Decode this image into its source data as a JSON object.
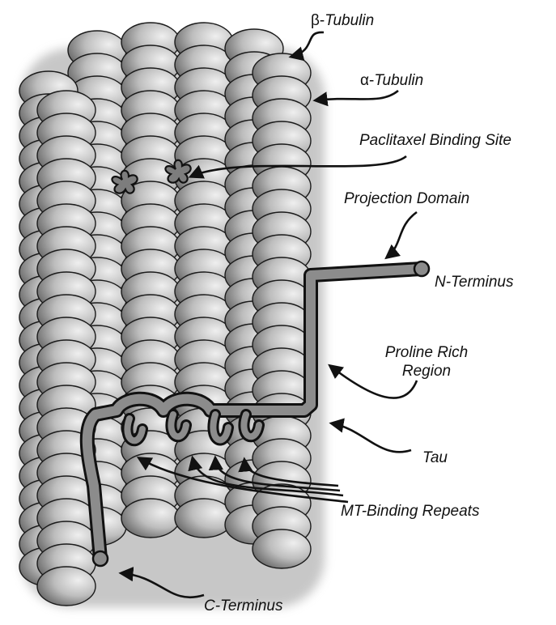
{
  "labels": {
    "beta_greek": "β-",
    "beta_text": "Tubulin",
    "alpha_greek": "α-",
    "alpha_text": "Tubulin",
    "paclitaxel": "Paclitaxel Binding Site",
    "projection": "Projection Domain",
    "n_terminus": "N-Terminus",
    "proline_line1": "Proline Rich",
    "proline_line2": "Region",
    "tau": "Tau",
    "mt_binding": "MT-Binding Repeats",
    "c_terminus": "C-Terminus"
  },
  "colors": {
    "subunit_light": "#e8e8e8",
    "subunit_dark": "#4a4a4a",
    "tau_fill": "#8c8c8c",
    "outline": "#111111",
    "text": "#111111"
  }
}
